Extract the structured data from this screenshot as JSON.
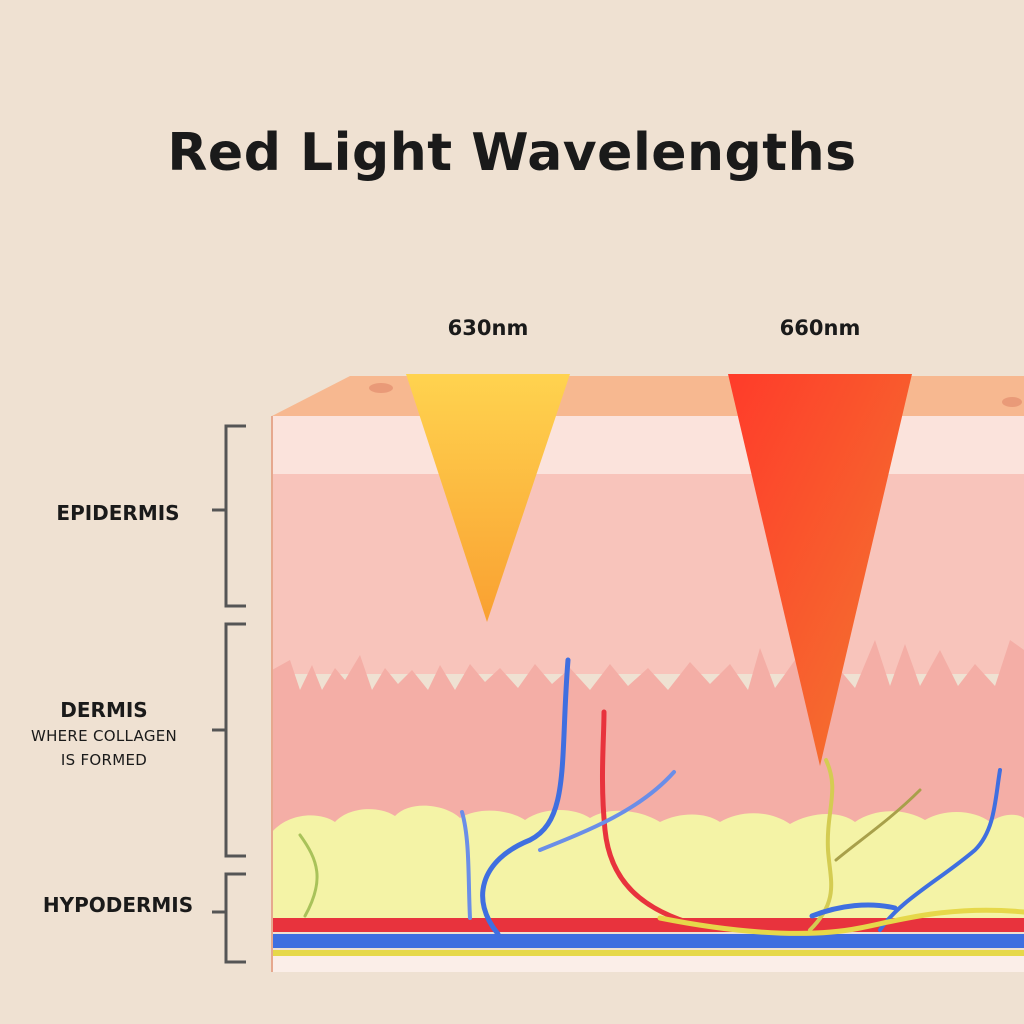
{
  "title": "Red Light Wavelengths",
  "wavelengths": [
    {
      "label": "630nm",
      "color_top": "#ffd15a",
      "color_tip": "#f9a132"
    },
    {
      "label": "660nm",
      "color_top": "#ff4a2a",
      "color_tip": "#f06a2c"
    }
  ],
  "layers": {
    "epidermis": {
      "label": "EPIDERMIS"
    },
    "dermis": {
      "label": "DERMIS",
      "sub_line1": "WHERE COLLAGEN",
      "sub_line2": "IS FORMED"
    },
    "hypodermis": {
      "label": "HYPODERMIS"
    }
  },
  "colors": {
    "background": "#efe1d2",
    "skin_top": "#f7b890",
    "epidermis": "#f8c4b8",
    "dermis": "#f4aea6",
    "fat": "#f4f4a8",
    "artery": "#e8333d",
    "vein": "#3f6fe0",
    "nerve": "#e6d84a",
    "bracket": "#555555"
  }
}
